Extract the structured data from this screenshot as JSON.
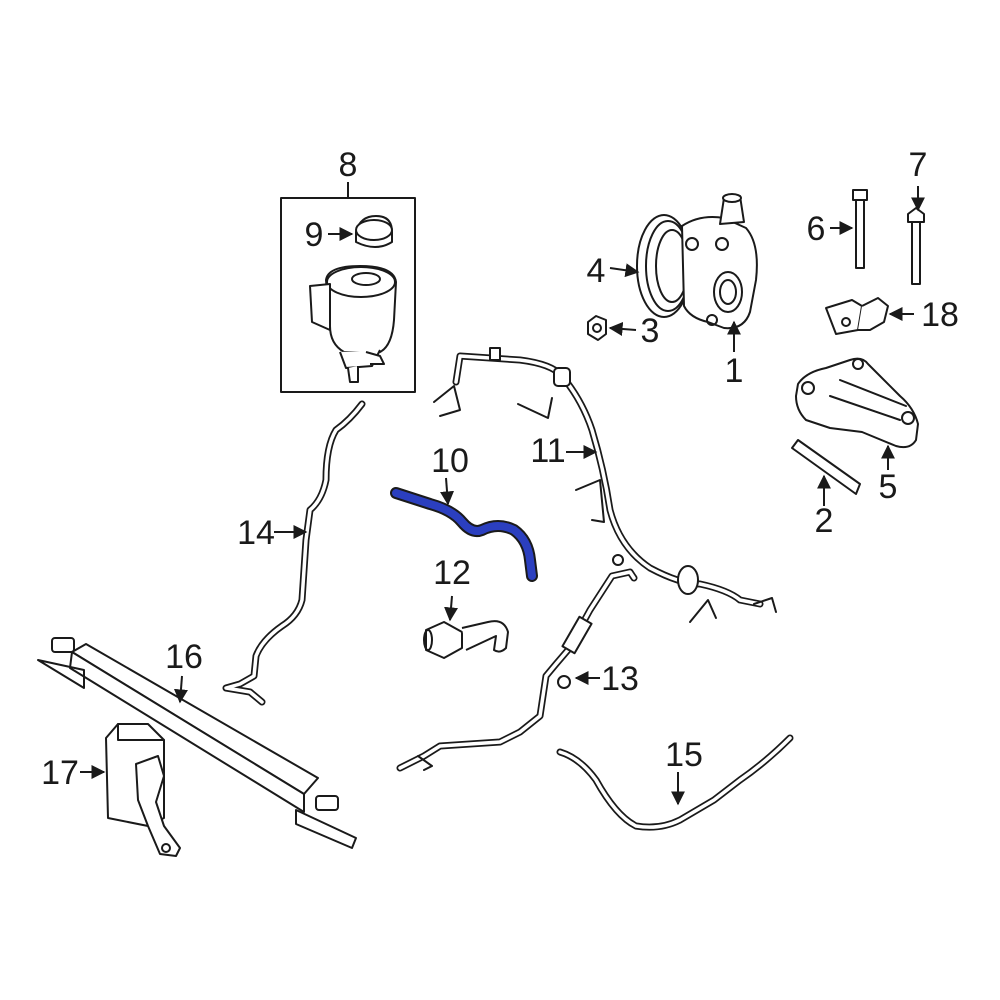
{
  "highlight_color": "#2b3fbf",
  "callouts": {
    "c1": "1",
    "c2": "2",
    "c3": "3",
    "c4": "4",
    "c5": "5",
    "c6": "6",
    "c7": "7",
    "c8": "8",
    "c9": "9",
    "c10": "10",
    "c11": "11",
    "c12": "12",
    "c13": "13",
    "c14": "14",
    "c15": "15",
    "c16": "16",
    "c17": "17",
    "c18": "18"
  }
}
